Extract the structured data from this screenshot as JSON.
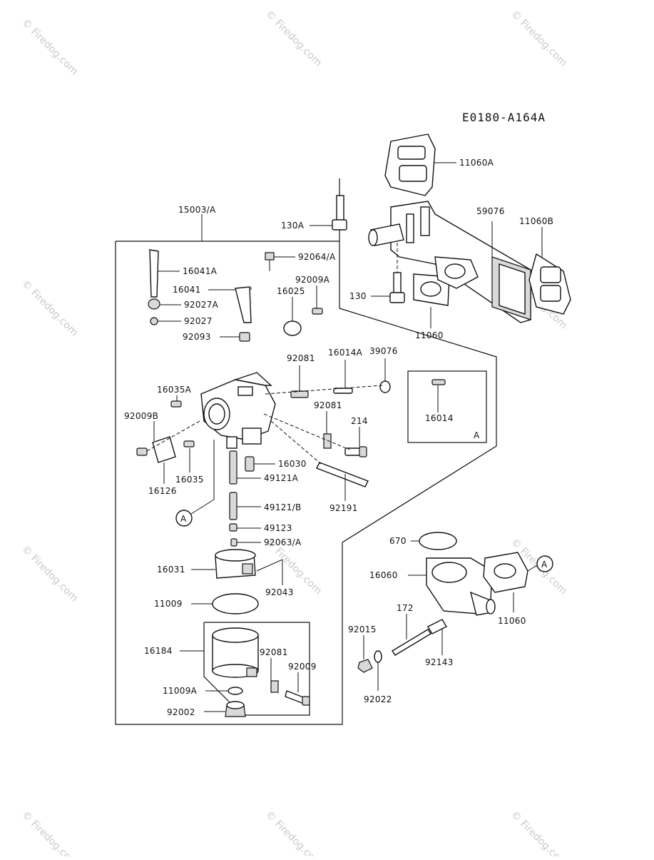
{
  "diagram_code": "E0180-A164A",
  "inset_letter": "A",
  "callout_letter": "A",
  "watermark_text": "© Firedog.com",
  "labels": {
    "p11060A": "11060A",
    "p59076": "59076",
    "p11060B": "11060B",
    "p130A": "130A",
    "p130": "130",
    "p11060_top": "11060",
    "p15003A": "15003/A",
    "p92064A": "92064/A",
    "p16041A": "16041A",
    "p92009A": "92009A",
    "p16041": "16041",
    "p16025": "16025",
    "p92027A": "92027A",
    "p92027": "92027",
    "p92093": "92093",
    "p92081_a": "92081",
    "p16014A": "16014A",
    "p39076": "39076",
    "p16035A": "16035A",
    "p92081_b": "92081",
    "p16014": "16014",
    "p92009B": "92009B",
    "p214": "214",
    "p16030": "16030",
    "p16035": "16035",
    "p49121A": "49121A",
    "p16126": "16126",
    "p92191": "92191",
    "p49121B": "49121/B",
    "p49123": "49123",
    "p92063A": "92063/A",
    "p670": "670",
    "p16031": "16031",
    "p16060": "16060",
    "p92043": "92043",
    "p11009": "11009",
    "p11060_bot": "11060",
    "p172": "172",
    "p92015": "92015",
    "p16184": "16184",
    "p92081_c": "92081",
    "p92009": "92009",
    "p92143": "92143",
    "p11009A": "11009A",
    "p92022": "92022",
    "p92002": "92002"
  }
}
